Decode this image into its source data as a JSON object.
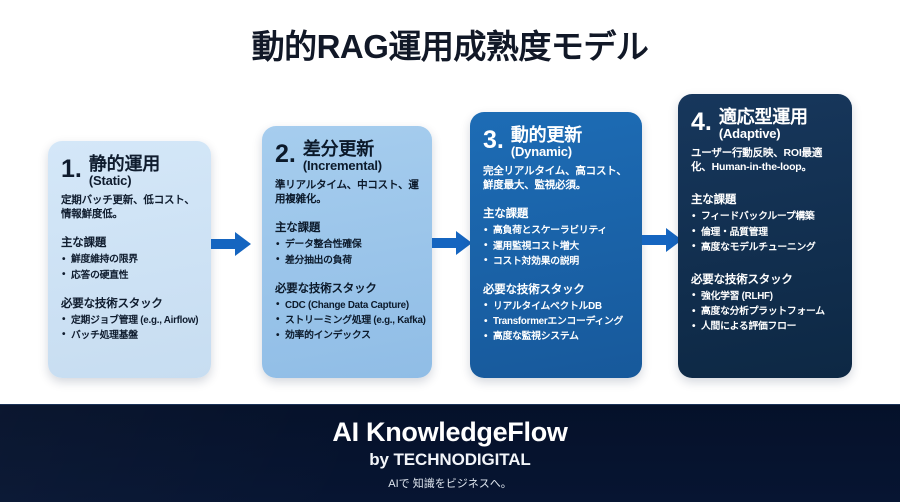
{
  "page": {
    "title": "動的RAG運用成熟度モデル",
    "background_color": "#ffffff"
  },
  "colors": {
    "title_text": "#111827",
    "arrow": "#1565C0",
    "card1_bg": "#cfe2f5",
    "card2_bg": "#9ecbf0",
    "card3_bg": "#1a65ab",
    "card4_bg": "#11304f",
    "footer_bg": "#05112a"
  },
  "stages": [
    {
      "number": "1.",
      "title_ja": "静的運用",
      "title_en": "(Static)",
      "description": "定期バッチ更新、低コスト、情報鮮度低。",
      "challenges_heading": "主な課題",
      "challenges": [
        "鮮度維持の限界",
        "応答の硬直性"
      ],
      "stack_heading": "必要な技術スタック",
      "stack": [
        "定期ジョブ管理 (e.g., Airflow)",
        "バッチ処理基盤"
      ]
    },
    {
      "number": "2.",
      "title_ja": "差分更新",
      "title_en": "(Incremental)",
      "description": "準リアルタイム、中コスト、運用複雑化。",
      "challenges_heading": "主な課題",
      "challenges": [
        "データ整合性確保",
        "差分抽出の負荷"
      ],
      "stack_heading": "必要な技術スタック",
      "stack": [
        "CDC (Change Data Capture)",
        "ストリーミング処理 (e.g., Kafka)",
        "効率的インデックス"
      ]
    },
    {
      "number": "3.",
      "title_ja": "動的更新",
      "title_en": "(Dynamic)",
      "description": "完全リアルタイム、高コスト、鮮度最大、監視必須。",
      "challenges_heading": "主な課題",
      "challenges": [
        "高負荷とスケーラビリティ",
        "運用監視コスト増大",
        "コスト対効果の説明"
      ],
      "stack_heading": "必要な技術スタック",
      "stack": [
        "リアルタイムベクトルDB",
        "Transformerエンコーディング",
        "高度な監視システム"
      ]
    },
    {
      "number": "4.",
      "title_ja": "適応型運用",
      "title_en": "(Adaptive)",
      "description": "ユーザー行動反映、ROI最適化、Human-in-the-loop。",
      "challenges_heading": "主な課題",
      "challenges": [
        "フィードバックループ構築",
        "倫理・品質管理",
        "高度なモデルチューニング"
      ],
      "stack_heading": "必要な技術スタック",
      "stack": [
        "強化学習 (RLHF)",
        "高度な分析プラットフォーム",
        "人間による評価フロー"
      ]
    }
  ],
  "arrows": [
    {
      "name": "arrow-stage-1-to-2",
      "direction": "right"
    },
    {
      "name": "arrow-stage-2-to-3",
      "direction": "right"
    },
    {
      "name": "arrow-stage-3-to-4",
      "direction": "right"
    }
  ],
  "footer": {
    "brand": "AI KnowledgeFlow",
    "by": "by TECHNODIGITAL",
    "tagline": "AIで 知識をビジネスへ。"
  }
}
